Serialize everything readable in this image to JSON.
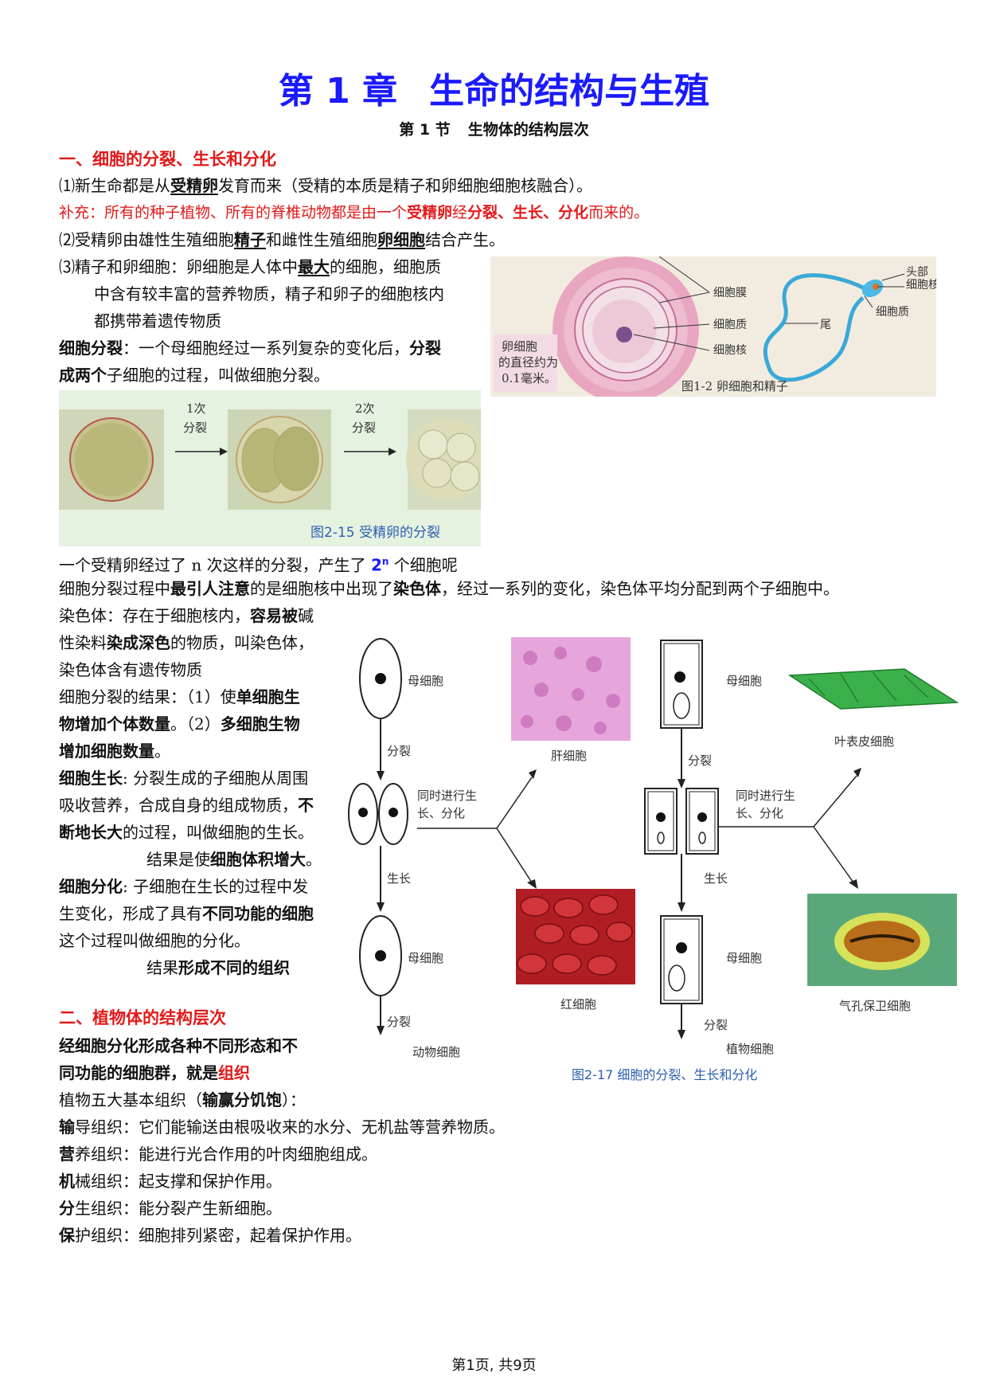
{
  "title": {
    "chapter": "第 1 章",
    "name": "生命的结构与生殖"
  },
  "subtitle": {
    "section": "第 1 节",
    "name": "生物体的结构层次"
  },
  "section1": {
    "heading": "一、细胞的分裂、生长和分化",
    "p1": {
      "a": "⑴新生命都是从",
      "b": "受精卵",
      "c": "发育而来（受精的本质是精子和卵细胞细胞核融合）。"
    },
    "supplement": {
      "a": "补充：所有的种子植物、所有的脊椎动物都是由一个",
      "b": "受精卵",
      "c": "经",
      "d": "分裂、生长、分化",
      "e": "而来的。"
    },
    "p2": {
      "a": "⑵受精卵由雄性生殖细胞",
      "b": "精子",
      "c": "和雌性生殖细胞",
      "d": "卵细胞",
      "e": "结合产生。"
    },
    "p3": {
      "l1a": "⑶精子和卵细胞：卵细胞是人体中",
      "l1b": "最大",
      "l1c": "的细胞，细胞质",
      "l2": "中含有较丰富的营养物质，精子和卵子的细胞核内",
      "l3": "都携带着遗传物质"
    },
    "division_def": {
      "a": "细胞分裂",
      "b": "：一个",
      "c": "母细胞经过一系列复杂的变化后，",
      "d": "分裂",
      "e": "成两个",
      "f": "子细胞的过程，叫做细胞分裂。"
    },
    "count_line": {
      "a": "一个受精卵经过了  n  次这样的分裂，产生了 ",
      "b": "2",
      "sup": "n",
      "c": " 个细胞呢"
    },
    "chromosome_line": {
      "a": "细胞分裂过程中",
      "b": "最引人注意",
      "c": "的是细胞核中出现了",
      "d": "染色体",
      "e": "，经过一系列的变化，染色体平均分配到两个子细胞中。"
    },
    "chromosome_def": {
      "l1a": "染色体：存在于细胞核内，",
      "l1b": "容易被",
      "l1c": "碱",
      "l2a": "性染料",
      "l2b": "染成深色",
      "l2c": "的物质，叫染色体，",
      "l3": "染色体含有遗传物质"
    },
    "result": {
      "l1a": "细胞分裂的结果：（1）使",
      "l1b": "单细胞生",
      "l2a": "物增加个体数量",
      "l2b": "。（2）",
      "l2c": "多细胞生物",
      "l3": "增加细胞数量",
      "l3b": "。"
    },
    "growth": {
      "l1a": "细胞生长",
      "l1b": ": 分裂生成的子细胞从周围",
      "l2a": "吸收营养，合成自身的组成物质，",
      "l2b": "不",
      "l3a": "断地长大",
      "l3b": "的过程，叫做细胞的生长。",
      "l4a": "结果是使",
      "l4b": "细胞体积增大",
      "l4c": "。"
    },
    "differentiation": {
      "l1a": "细胞分化",
      "l1b": ": 子细胞在生长的过程中发",
      "l2a": "生变化，形成了具有",
      "l2b": "不同功能的细胞",
      "l3": "这个过程叫做细胞的分化。",
      "l4a": "结果",
      "l4b": "形成不同的组织"
    }
  },
  "section2": {
    "heading": "二、植物体的结构层次",
    "l1": "经细胞分化形成各种不同形态和不",
    "l2a": "同功能的细胞群，就是",
    "l2b": "组织",
    "tissues_intro": {
      "a": "植物五大基本组织（",
      "b": "输赢分饥饱",
      "c": "）："
    },
    "tissues": [
      {
        "key": "输",
        "text": "导组织：它们能输送由根吸收来的水分、无机盐等营养物质。"
      },
      {
        "key": "营",
        "text": "养组织：能进行光合作用的叶肉细胞组成。"
      },
      {
        "key": "机",
        "text": "械组织：起支撑和保护作用。"
      },
      {
        "key": "分",
        "text": "生组织：能分裂产生新细胞。"
      },
      {
        "key": "保",
        "text": "护组织：细胞排列紧密，起着保护作用。"
      }
    ]
  },
  "fig_egg_sperm": {
    "caption": "图1-2  卵细胞和精子",
    "note": [
      "卵细胞",
      "的直径约为",
      "0.1毫米。"
    ],
    "labels": {
      "membrane": "细胞膜",
      "cytoplasm": "细胞质",
      "nucleus": "细胞核",
      "head": "头部",
      "s_nucleus": "细胞核",
      "s_cytoplasm": "细胞质",
      "tail": "尾"
    }
  },
  "fig_division": {
    "caption": "图2-15  受精卵的分裂",
    "step1": [
      "1次",
      "分裂"
    ],
    "step2": [
      "2次",
      "分裂"
    ]
  },
  "fig_diff": {
    "caption": "图2-17  细胞的分裂、生长和分化",
    "labels": {
      "mother": "母细胞",
      "divide": "分裂",
      "simul": [
        "同时进行生",
        "长、分化"
      ],
      "grow": "生长",
      "animal": "动物细胞",
      "plant": "植物细胞",
      "liver": "肝细胞",
      "rbc": "红细胞",
      "leaf": "叶表皮细胞",
      "guard": "气孔保卫细胞"
    }
  },
  "footer": "第1页, 共9页",
  "colors": {
    "title": "#1a1aff",
    "red": "#e21a1a",
    "caption": "#2d5fb0"
  }
}
